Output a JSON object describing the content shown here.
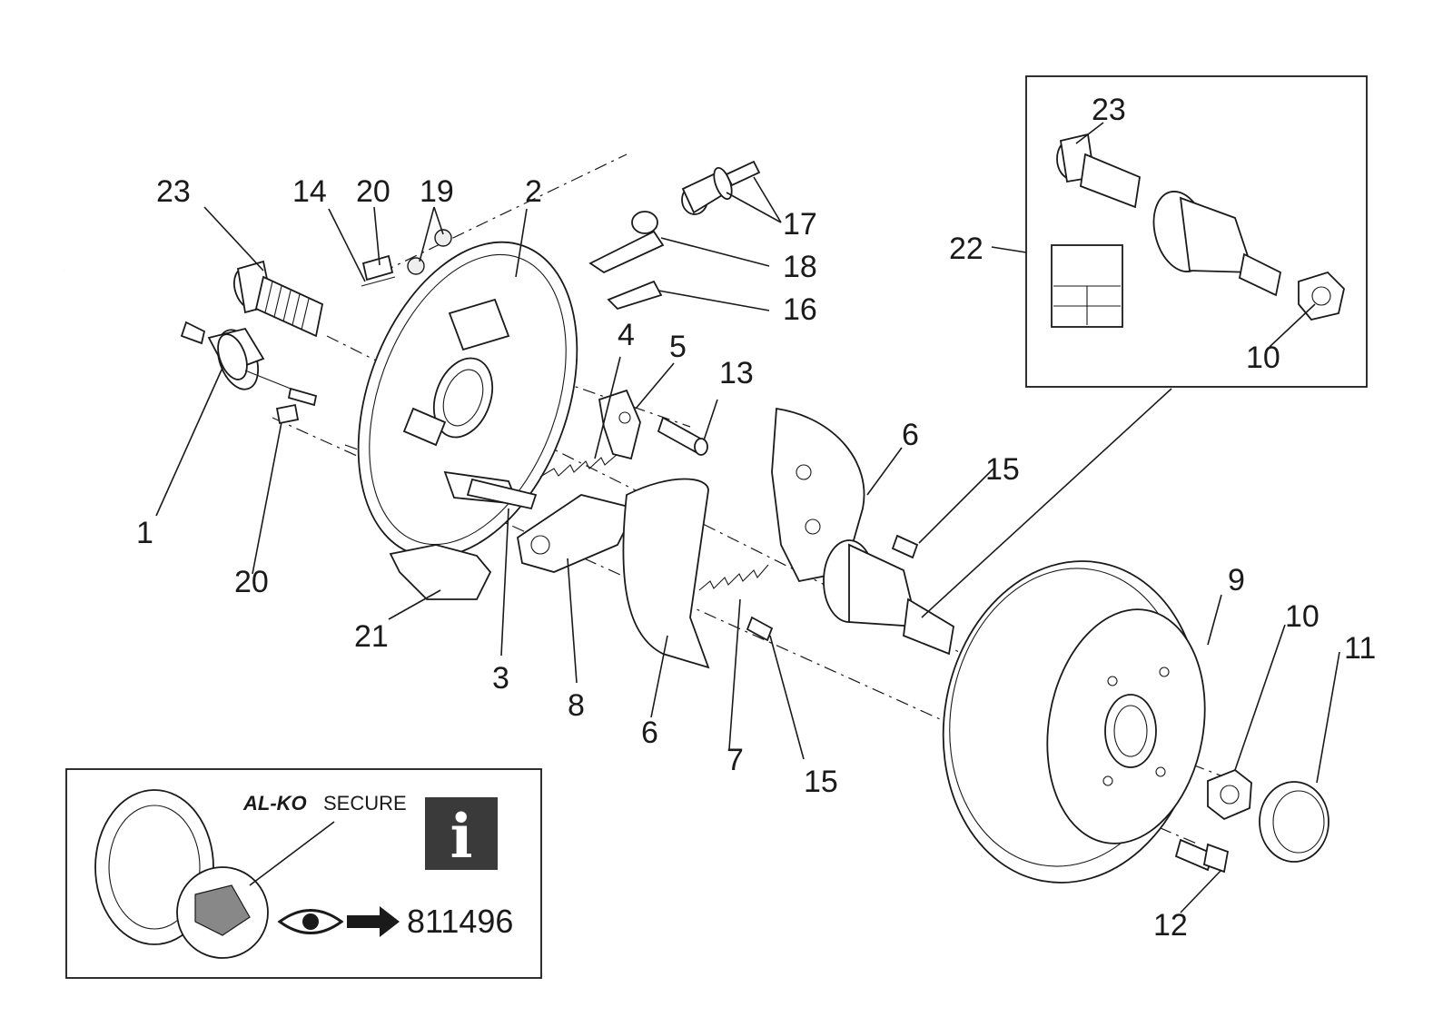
{
  "callouts": [
    {
      "id": "c1",
      "text": "1"
    },
    {
      "id": "c2",
      "text": "2"
    },
    {
      "id": "c3",
      "text": "3"
    },
    {
      "id": "c4",
      "text": "4"
    },
    {
      "id": "c5",
      "text": "5"
    },
    {
      "id": "c6a",
      "text": "6"
    },
    {
      "id": "c6b",
      "text": "6"
    },
    {
      "id": "c7",
      "text": "7"
    },
    {
      "id": "c8",
      "text": "8"
    },
    {
      "id": "c9",
      "text": "9"
    },
    {
      "id": "c10a",
      "text": "10"
    },
    {
      "id": "c10b",
      "text": "10"
    },
    {
      "id": "c11",
      "text": "11"
    },
    {
      "id": "c12",
      "text": "12"
    },
    {
      "id": "c13",
      "text": "13"
    },
    {
      "id": "c14",
      "text": "14"
    },
    {
      "id": "c15a",
      "text": "15"
    },
    {
      "id": "c15b",
      "text": "15"
    },
    {
      "id": "c16",
      "text": "16"
    },
    {
      "id": "c17",
      "text": "17"
    },
    {
      "id": "c18",
      "text": "18"
    },
    {
      "id": "c19",
      "text": "19"
    },
    {
      "id": "c20a",
      "text": "20"
    },
    {
      "id": "c20b",
      "text": "20"
    },
    {
      "id": "c21",
      "text": "21"
    },
    {
      "id": "c22",
      "text": "22"
    },
    {
      "id": "c23a",
      "text": "23"
    },
    {
      "id": "c23b",
      "text": "23"
    }
  ],
  "info_box": {
    "brand": "AL-KO",
    "label": "SECURE",
    "info_symbol": "i",
    "reference_number": "811496",
    "icons": [
      "eye-icon",
      "arrow-right-icon",
      "info-icon"
    ]
  }
}
